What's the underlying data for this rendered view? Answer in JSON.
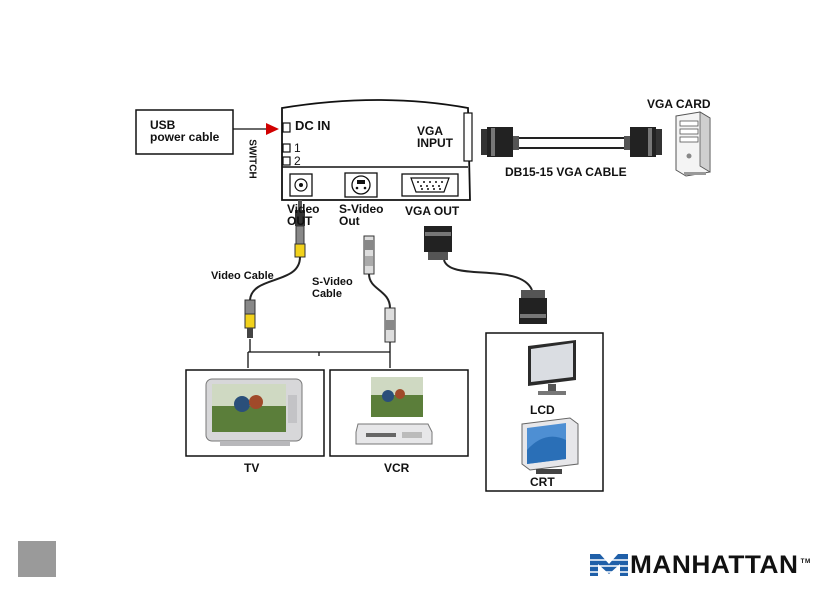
{
  "usb_box": {
    "line1": "USB",
    "line2": "power cable"
  },
  "converter": {
    "dc_in": "DC IN",
    "switch_label": "SWITCH",
    "switch_pos1": "1",
    "switch_pos2": "2",
    "vga_input_line1": "VGA",
    "vga_input_line2": "INPUT"
  },
  "vga_card_label": "VGA CARD",
  "vga_cable_label": "DB15-15 VGA CABLE",
  "ports": {
    "video_out_line1": "Video",
    "video_out_line2": "OUT",
    "svideo_out_line1": "S-Video",
    "svideo_out_line2": "Out",
    "vga_out": "VGA OUT"
  },
  "cables": {
    "video_cable": "Video Cable",
    "svideo_cable_line1": "S-Video",
    "svideo_cable_line2": "Cable"
  },
  "devices": {
    "tv": "TV",
    "vcr": "VCR",
    "lcd": "LCD",
    "crt": "CRT"
  },
  "logo": {
    "brand": "MANHATTAN",
    "tm": "TM"
  },
  "colors": {
    "arrow": "#d10000",
    "rca_yellow": "#f2d21b",
    "page_square": "#9a9a9a"
  }
}
